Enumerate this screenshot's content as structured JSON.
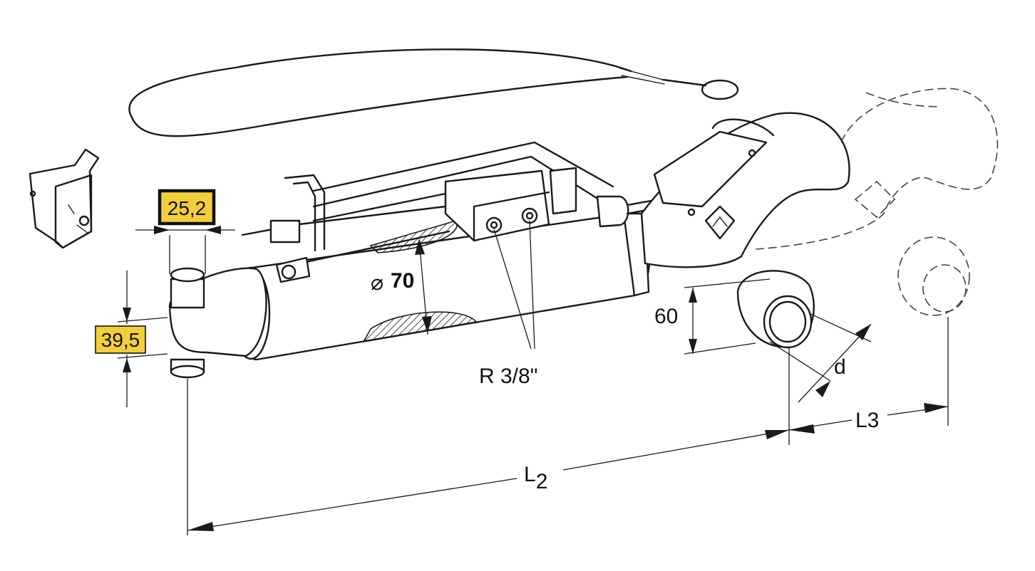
{
  "dimensions": {
    "pin_diameter": "25,2",
    "ball_width": "39,5",
    "cylinder_diameter_symbol": "⌀",
    "cylinder_diameter_value": "70",
    "port_thread": "R 3/8\"",
    "ball_height": "60",
    "hook_opening": "d",
    "length_l2_main": "L",
    "length_l2_sub": "2",
    "length_l3": "L3"
  },
  "colors": {
    "highlight_fill": "#f2cf3a",
    "line": "#1a1a1a"
  }
}
